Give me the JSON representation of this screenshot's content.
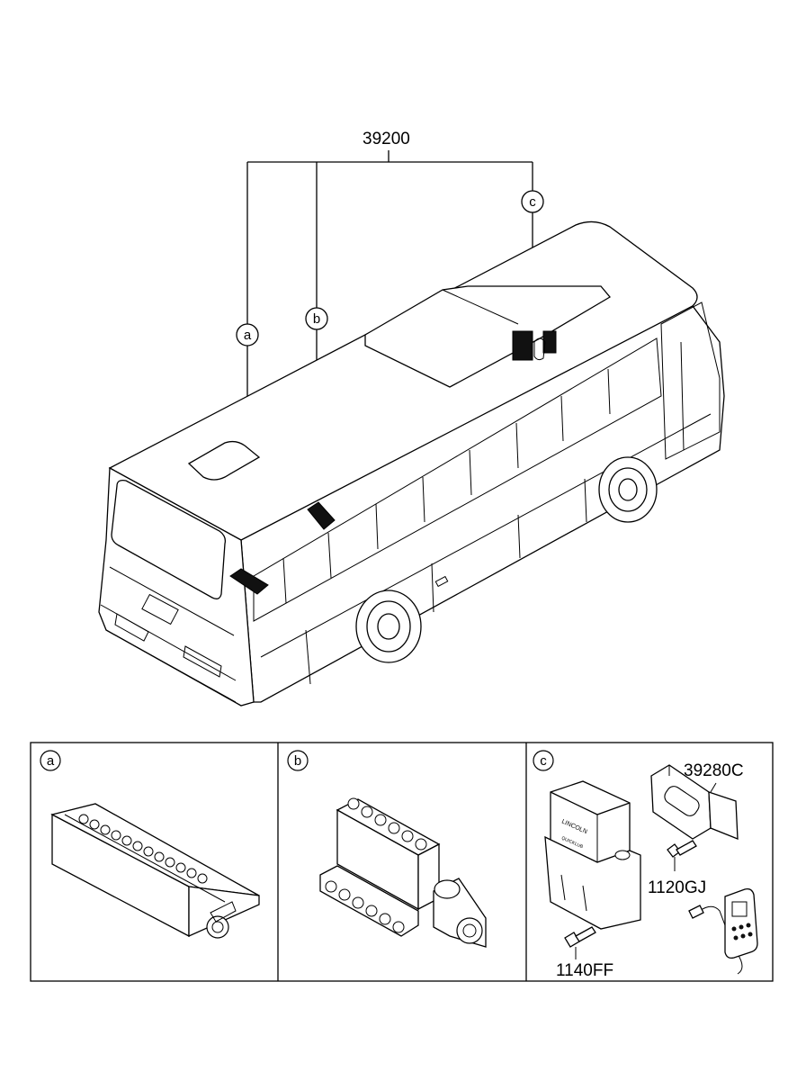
{
  "main_part_number": "39200",
  "callouts": {
    "a": "a",
    "b": "b",
    "c": "c"
  },
  "panels": [
    {
      "letter": "a"
    },
    {
      "letter": "b"
    },
    {
      "letter": "c"
    }
  ],
  "panel_c_parts": {
    "bracket": "39280C",
    "bolt_upper": "1120GJ",
    "bolt_lower": "1140FF",
    "module_brand": "LINCOLN",
    "module_sub": "QUICKLUB"
  }
}
